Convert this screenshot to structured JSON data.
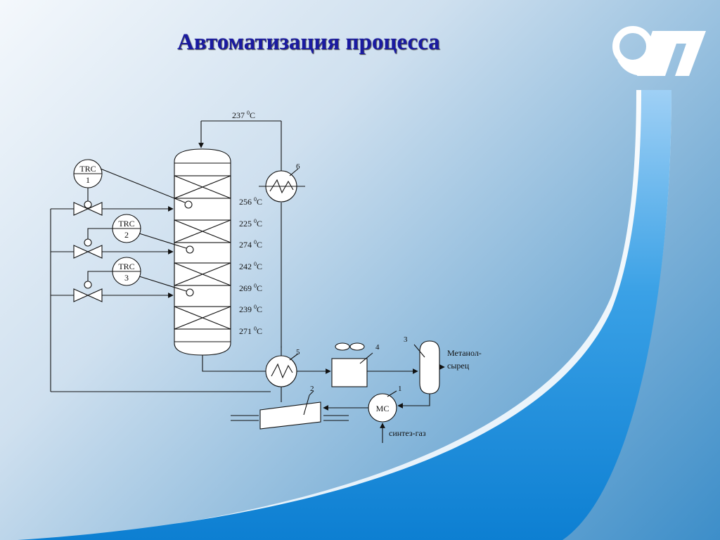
{
  "slide": {
    "title": "Автоматизация процесса",
    "colors": {
      "title": "#1a1aa0",
      "swoosh_blue": "#1a8fd8",
      "logo_white": "#ffffff"
    }
  },
  "logo": {
    "icon": "company-logo-icon"
  },
  "diagram": {
    "temperatures": {
      "top": "237",
      "t1": "256",
      "t2": "225",
      "t3": "274",
      "t4": "242",
      "t5": "269",
      "t6": "239",
      "t7": "271",
      "unit_sup": "0",
      "unit": "C"
    },
    "controllers": [
      {
        "tag": "TRC",
        "num": "1"
      },
      {
        "tag": "TRC",
        "num": "2"
      },
      {
        "tag": "TRC",
        "num": "3"
      }
    ],
    "equipment_numbers": {
      "heat_exchanger_top": "6",
      "heat_exchanger_bottom": "5",
      "cooler": "4",
      "separator": "3",
      "compressor": "2",
      "mixer": "1"
    },
    "mixer_label": "МС",
    "product_label_1": "Метанол-",
    "product_label_2": "сырец",
    "feed_label": "синтез-газ"
  }
}
